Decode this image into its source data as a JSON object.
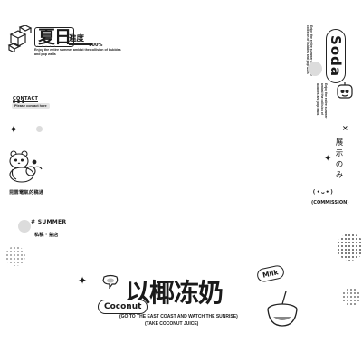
{
  "top_left": {
    "title": "夏日",
    "progress_label": "進度",
    "progress_dots": "·····",
    "progress_pct": "100%",
    "tagline": "Enjoy the entire summer amidst the collision of bubbles and pop walls"
  },
  "contact": {
    "heading": "CONTACT",
    "sub": "Please contact here"
  },
  "bear_caption": "昆雲電氣的稿通",
  "summer": {
    "tag": "# SUMMER",
    "sub": "私稿 · 禁店"
  },
  "right": {
    "soda": "Soda",
    "vertical_text_a": "Enjoy the entire summer amidst the collision of bubbles and pop walls",
    "vertical_text_b": "Enjoy the entire summer amidst the collision of bubbles and pop walls",
    "close": "×",
    "vertical_jp": [
      "展",
      "示",
      "の",
      "み"
    ],
    "face": "(•ᴗ•)",
    "commission": "(COMMISSION)"
  },
  "bottom": {
    "big_title": "以椰冻奶",
    "coconut": "Coconut",
    "milk": "Milk",
    "slogan_1": "(GO TO THE EAST COAST AND WATCH THE SUNRISE)",
    "slogan_2": "(TAKE COCONUT JUICE)"
  },
  "colors": {
    "ink": "#1a1a1a",
    "grey": "#dcdcdc",
    "background": "#ffffff"
  },
  "icons": [
    "cube-icon",
    "bear-icon",
    "robot-icon",
    "sparkle-icon",
    "chat-bubble-icon",
    "coconut-cup-icon",
    "halftone-dots"
  ]
}
